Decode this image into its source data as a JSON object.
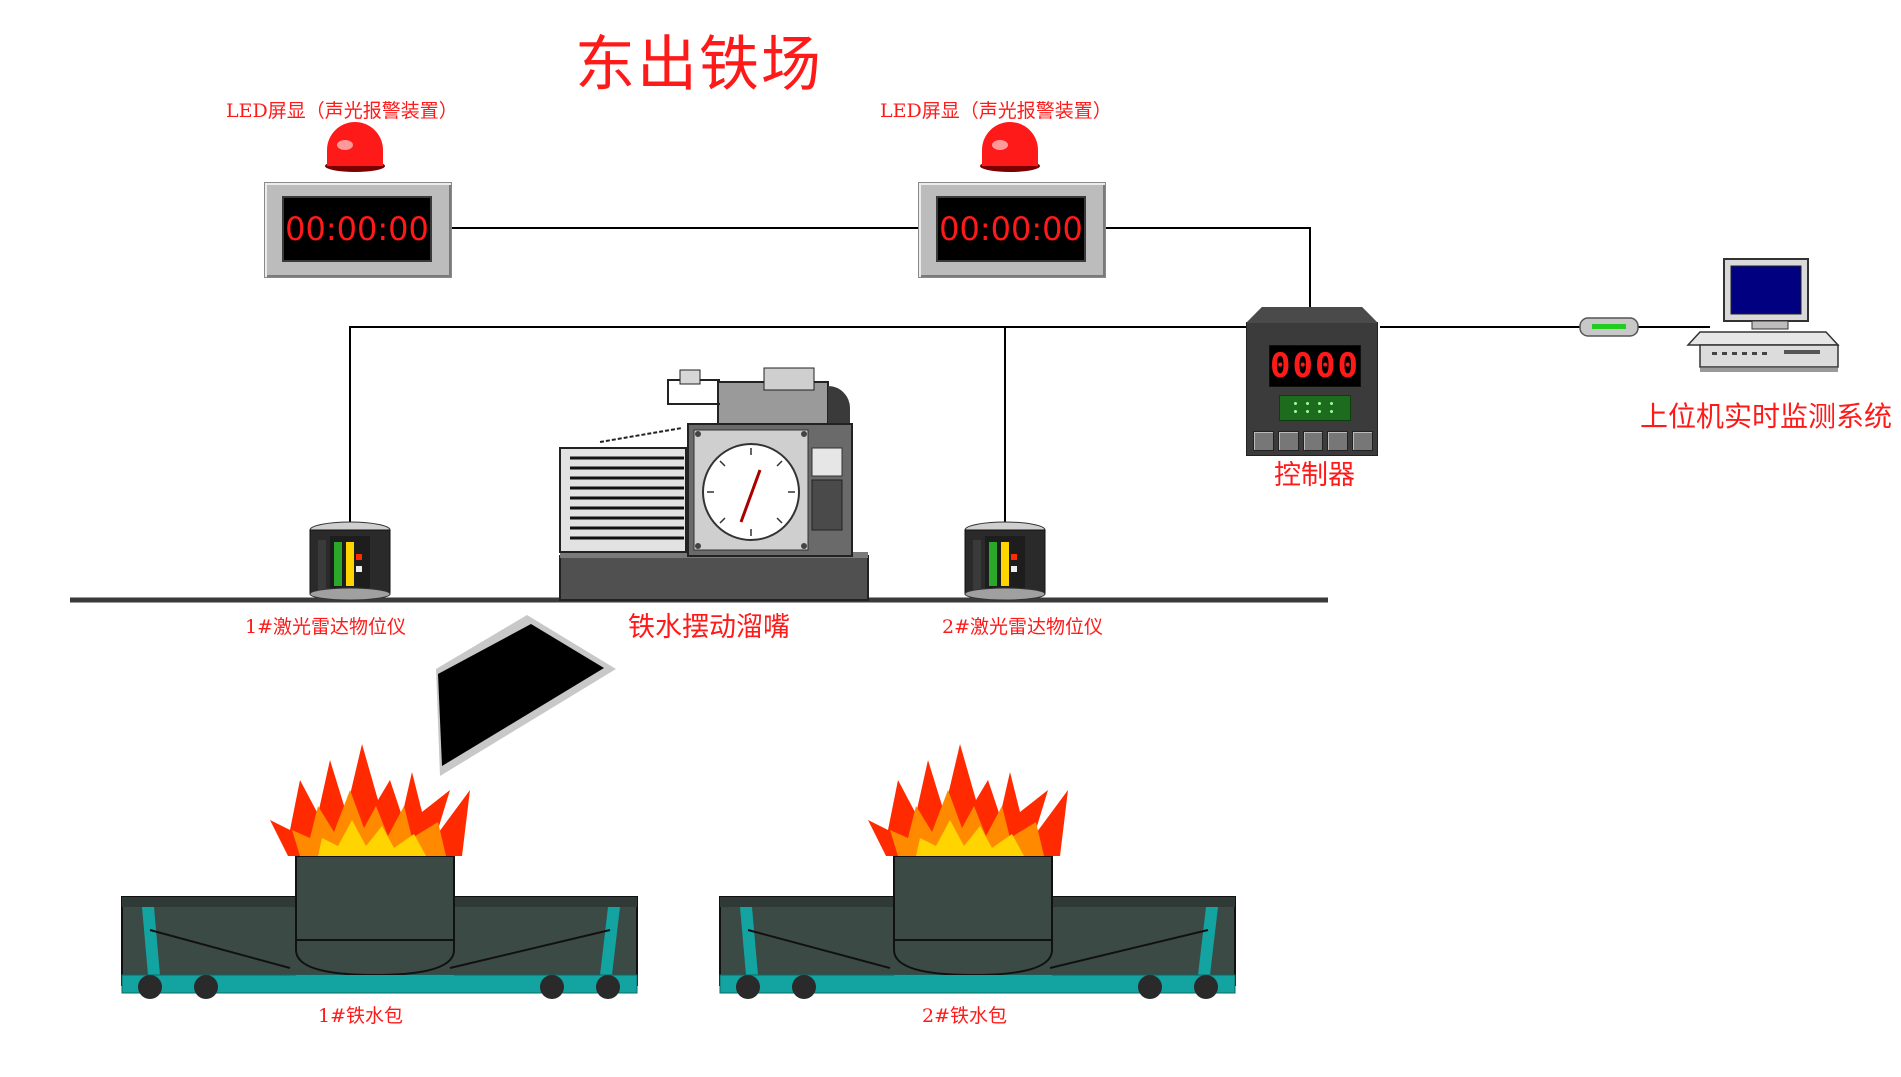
{
  "title": "东出铁场",
  "led_displays": [
    {
      "label": "LED屏显（声光报警装置）",
      "time": "00:00:00"
    },
    {
      "label": "LED屏显（声光报警装置）",
      "time": "00:00:00"
    }
  ],
  "controller": {
    "label": "控制器",
    "display": "0000"
  },
  "host": {
    "label": "上位机实时监测系统"
  },
  "radars": [
    {
      "label": "1#激光雷达物位仪"
    },
    {
      "label": "2#激光雷达物位仪"
    }
  ],
  "nozzle": {
    "label": "铁水摆动溜嘴"
  },
  "ladles": [
    {
      "label": "1#铁水包"
    },
    {
      "label": "2#铁水包"
    }
  ],
  "colors": {
    "label_red": "#ff1a1a",
    "ladle_body": "#3c4a46",
    "wagon_teal": "#13a3a0",
    "flame_red": "#ff2a00",
    "flame_yellow": "#ffd400",
    "monitor_blue": "#000080"
  }
}
